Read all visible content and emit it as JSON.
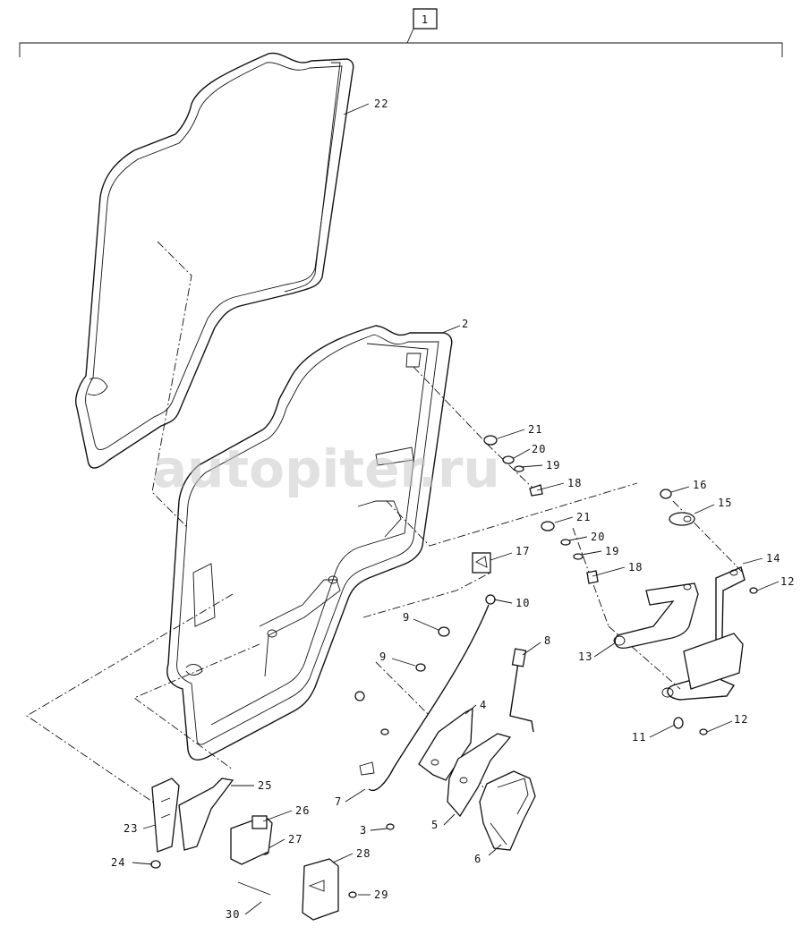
{
  "assembly_label": "1",
  "watermark": "autopiter.ru",
  "callouts": [
    {
      "id": "22",
      "text": "22"
    },
    {
      "id": "2",
      "text": "2"
    },
    {
      "id": "21a",
      "text": "21"
    },
    {
      "id": "20a",
      "text": "20"
    },
    {
      "id": "19a",
      "text": "19"
    },
    {
      "id": "18a",
      "text": "18"
    },
    {
      "id": "16",
      "text": "16"
    },
    {
      "id": "15",
      "text": "15"
    },
    {
      "id": "21b",
      "text": "21"
    },
    {
      "id": "20b",
      "text": "20"
    },
    {
      "id": "19b",
      "text": "19"
    },
    {
      "id": "18b",
      "text": "18"
    },
    {
      "id": "17",
      "text": "17"
    },
    {
      "id": "14",
      "text": "14"
    },
    {
      "id": "12a",
      "text": "12"
    },
    {
      "id": "10",
      "text": "10"
    },
    {
      "id": "9a",
      "text": "9"
    },
    {
      "id": "9b",
      "text": "9"
    },
    {
      "id": "8",
      "text": "8"
    },
    {
      "id": "13",
      "text": "13"
    },
    {
      "id": "11",
      "text": "11"
    },
    {
      "id": "12b",
      "text": "12"
    },
    {
      "id": "4",
      "text": "4"
    },
    {
      "id": "7",
      "text": "7"
    },
    {
      "id": "25",
      "text": "25"
    },
    {
      "id": "26",
      "text": "26"
    },
    {
      "id": "23",
      "text": "23"
    },
    {
      "id": "27",
      "text": "27"
    },
    {
      "id": "3",
      "text": "3"
    },
    {
      "id": "5",
      "text": "5"
    },
    {
      "id": "24",
      "text": "24"
    },
    {
      "id": "28",
      "text": "28"
    },
    {
      "id": "6",
      "text": "6"
    },
    {
      "id": "29",
      "text": "29"
    },
    {
      "id": "30",
      "text": "30"
    }
  ]
}
